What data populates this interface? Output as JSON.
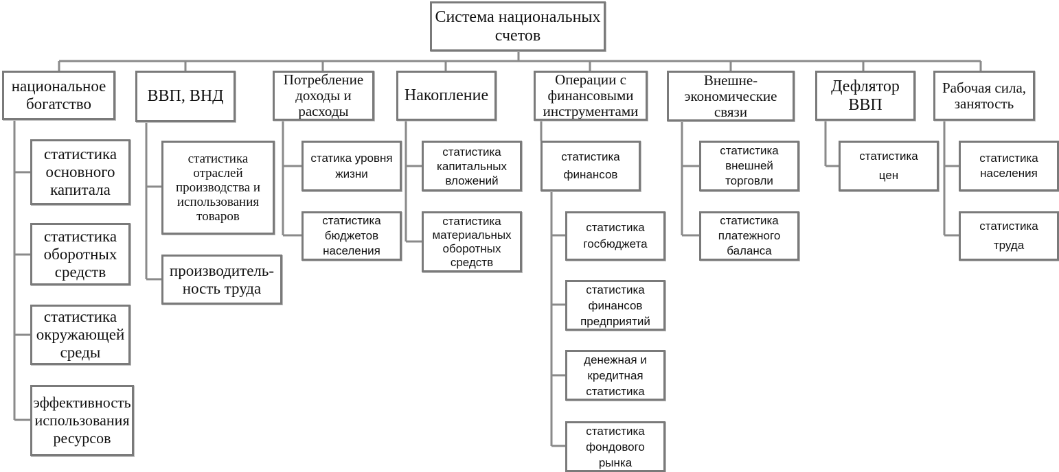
{
  "root": {
    "label": "Система национальных\nсчетов"
  },
  "columns": [
    {
      "label": "национальное\nбогатство",
      "children": [
        "статистика\nосновного\nкапитала",
        "статистика\nоборотных\nсредств",
        "статистика\nокружающей\nсреды",
        "эффективность\nиспользования\nресурсов"
      ]
    },
    {
      "label": "ВВП, ВНД",
      "children": [
        "статистика\nотраслей\nпроизводства и\nиспользования\nтоваров",
        "производитель-\nность труда"
      ]
    },
    {
      "label": "Потребление\nдоходы и\nрасходы",
      "children": [
        "статика уровня\nжизни",
        "статистика\nбюджетов\nнаселения"
      ]
    },
    {
      "label": "Накопление",
      "children": [
        "статистика\nкапитальных\nвложений",
        "статистика\nматериальных\nоборотных\nсредств"
      ]
    },
    {
      "label": "Операции с\nфинансовыми\nинструментами",
      "children": [
        "статистика\nфинансов"
      ],
      "grandchildren": [
        "статистика\nгосбюджета",
        "статистика\nфинансов\nпредприятий",
        "денежная и\nкредитная\nстатистика",
        "статистика\nфондового\nрынка"
      ]
    },
    {
      "label": "Внешне-\nэкономические\nсвязи",
      "children": [
        "статистика\nвнешней\nторговли",
        "статистика\nплатежного\nбаланса"
      ]
    },
    {
      "label": "Дефлятор\nВВП",
      "children": [
        "статистика\n\nцен"
      ]
    },
    {
      "label": "Рабочая сила,\nзанятость",
      "children": [
        "статистика\nнаселения",
        "статистика\n\nтруда"
      ]
    }
  ]
}
